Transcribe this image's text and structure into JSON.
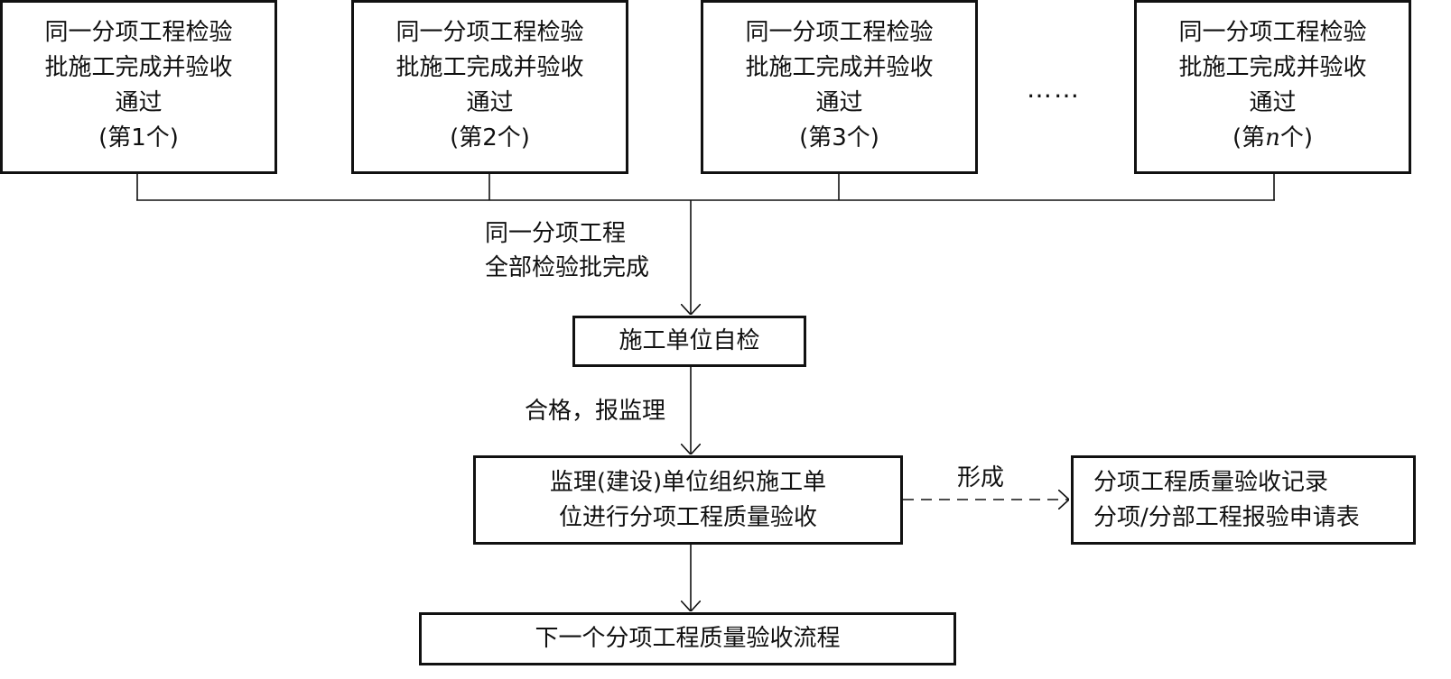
{
  "batches": [
    {
      "line1": "同一分项工程检验",
      "line2": "批施工完成并验收",
      "line3": "通过",
      "seq_prefix": "(第",
      "seq_num": "1",
      "seq_suffix": "个)"
    },
    {
      "line1": "同一分项工程检验",
      "line2": "批施工完成并验收",
      "line3": "通过",
      "seq_prefix": "(第",
      "seq_num": "2",
      "seq_suffix": "个)"
    },
    {
      "line1": "同一分项工程检验",
      "line2": "批施工完成并验收",
      "line3": "通过",
      "seq_prefix": "(第",
      "seq_num": "3",
      "seq_suffix": "个)"
    },
    {
      "line1": "同一分项工程检验",
      "line2": "批施工完成并验收",
      "line3": "通过",
      "seq_prefix": "(第",
      "seq_num": "n",
      "seq_suffix": "个)"
    }
  ],
  "ellipsis": "……",
  "merge_label": {
    "line1": "同一分项工程",
    "line2": "全部检验批完成"
  },
  "self_check": "施工单位自检",
  "qualified_label": "合格，报监理",
  "supervision": {
    "line1": "监理(建设)单位组织施工单",
    "line2": "位进行分项工程质量验收"
  },
  "form_label": "形成",
  "record": {
    "line1": "分项工程质量验收记录",
    "line2": "分项/分部工程报验申请表"
  },
  "next_process": "下一个分项工程质量验收流程",
  "colors": {
    "line": "#111111",
    "background": "#ffffff"
  }
}
